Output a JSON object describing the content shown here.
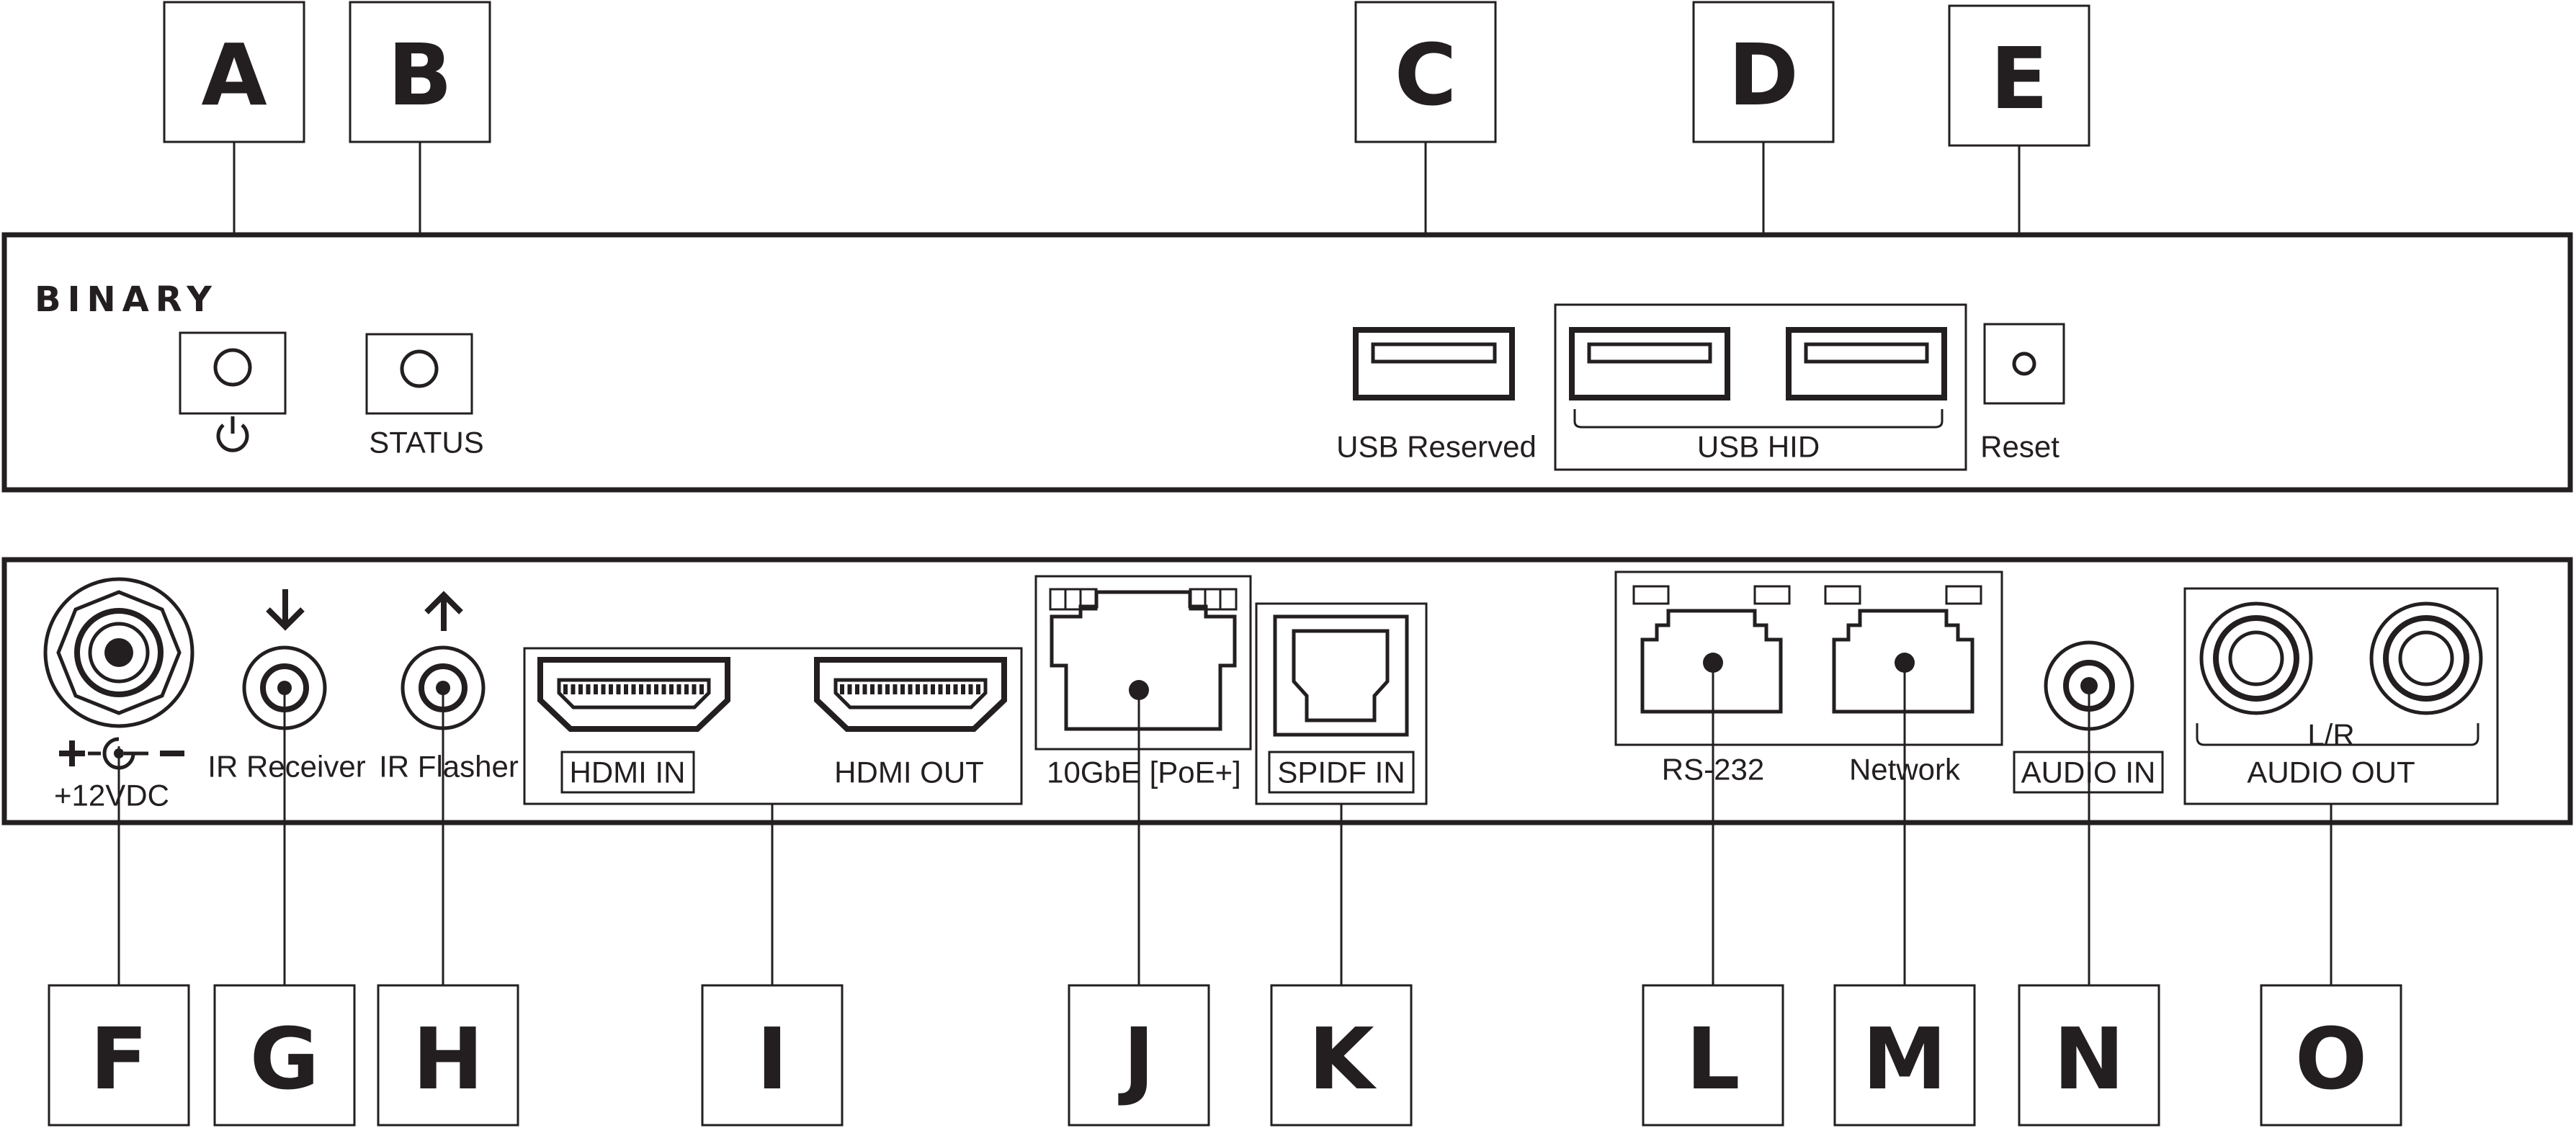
{
  "brand": "BINARY",
  "callouts": {
    "a": "A",
    "b": "B",
    "c": "C",
    "d": "D",
    "e": "E",
    "f": "F",
    "g": "G",
    "h": "H",
    "i": "I",
    "j": "J",
    "k": "K",
    "l": "L",
    "m": "M",
    "n": "N",
    "o": "O"
  },
  "front_panel": {
    "status_label": "STATUS",
    "usb_reserved_label": "USB Reserved",
    "usb_hid_label": "USB HID",
    "reset_label": "Reset"
  },
  "rear_panel": {
    "power_label": "+12VDC",
    "ir_receiver_label": "IR Receiver",
    "ir_flasher_label": "IR Flasher",
    "hdmi_in_label": "HDMI IN",
    "hdmi_out_label": "HDMI OUT",
    "ethernet_label": "10GbE [PoE+]",
    "spdif_label": "SPIDF IN",
    "rs232_label": "RS-232",
    "network_label": "Network",
    "audio_in_label": "AUDIO IN",
    "lr_label": "L/R",
    "audio_out_label": "AUDIO OUT"
  },
  "icons": {
    "power": "power-icon",
    "ir_receiver": "arrow-down-icon",
    "ir_flasher": "arrow-up-icon",
    "polarity": "center-positive-polarity-icon"
  }
}
